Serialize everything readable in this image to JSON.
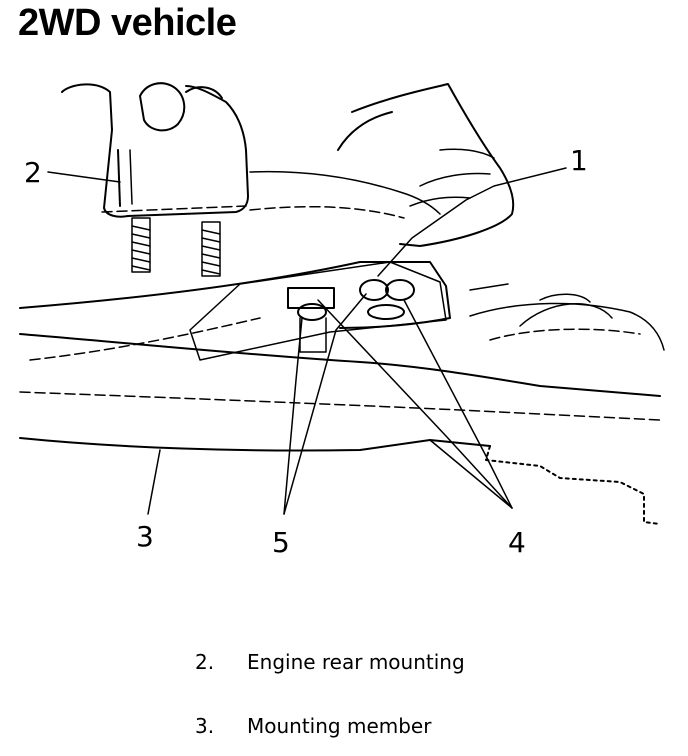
{
  "title": "2WD vehicle",
  "callouts": {
    "c1": "1",
    "c2": "2",
    "c3": "3",
    "c4": "4",
    "c5": "5"
  },
  "legend": [
    {
      "number": "2.",
      "text": "Engine rear mounting"
    },
    {
      "number": "3.",
      "text": "Mounting member"
    }
  ]
}
